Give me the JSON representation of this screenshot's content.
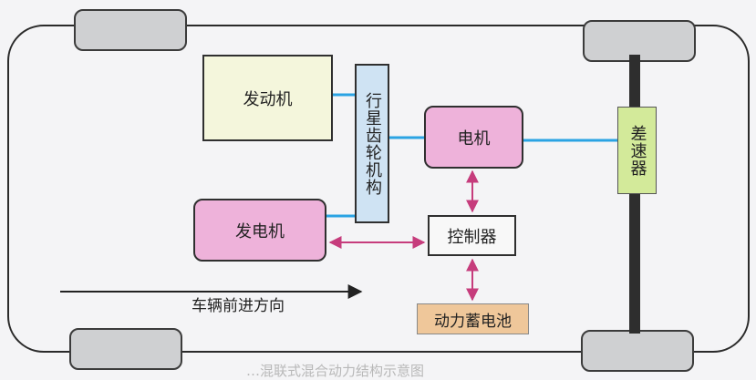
{
  "diagram": {
    "engine_label": "发动机",
    "planetary_label": "行星齿轮机构",
    "motor_label": "电机",
    "generator_label": "发电机",
    "controller_label": "控制器",
    "battery_label": "动力蓄电池",
    "differential_label": "差速器",
    "direction_label": "车辆前进方向",
    "caption": "…混联式混合动力结构示意图"
  },
  "colors": {
    "mechanical_link": "#2aa3e3",
    "electrical_link": "#c63c7c",
    "direction_arrow": "#222222"
  }
}
